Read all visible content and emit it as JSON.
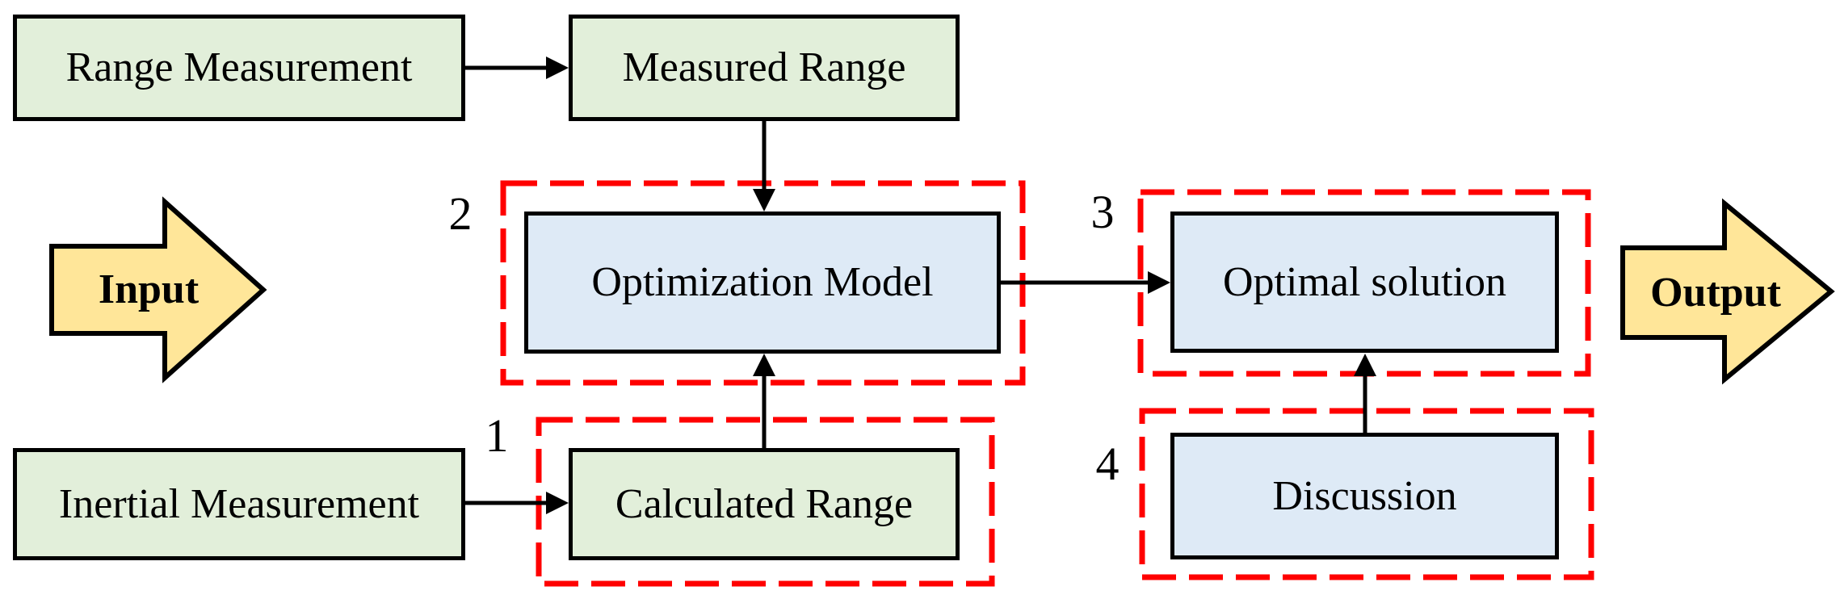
{
  "colors": {
    "box_green": "#e2efda",
    "box_blue": "#deeaf6",
    "arrow_yellow": "#ffe699",
    "dashed_red": "#ff0000",
    "stroke_black": "#000000",
    "background": "#ffffff"
  },
  "nodes": {
    "range_measurement": "Range Measurement",
    "measured_range": "Measured Range",
    "optimization_model": "Optimization Model",
    "optimal_solution": "Optimal solution",
    "inertial_measurement": "Inertial Measurement",
    "calculated_range": "Calculated Range",
    "discussion": "Discussion"
  },
  "stage_labels": {
    "stage1": "1",
    "stage2": "2",
    "stage3": "3",
    "stage4": "4"
  },
  "io": {
    "input": "Input",
    "output": "Output"
  }
}
